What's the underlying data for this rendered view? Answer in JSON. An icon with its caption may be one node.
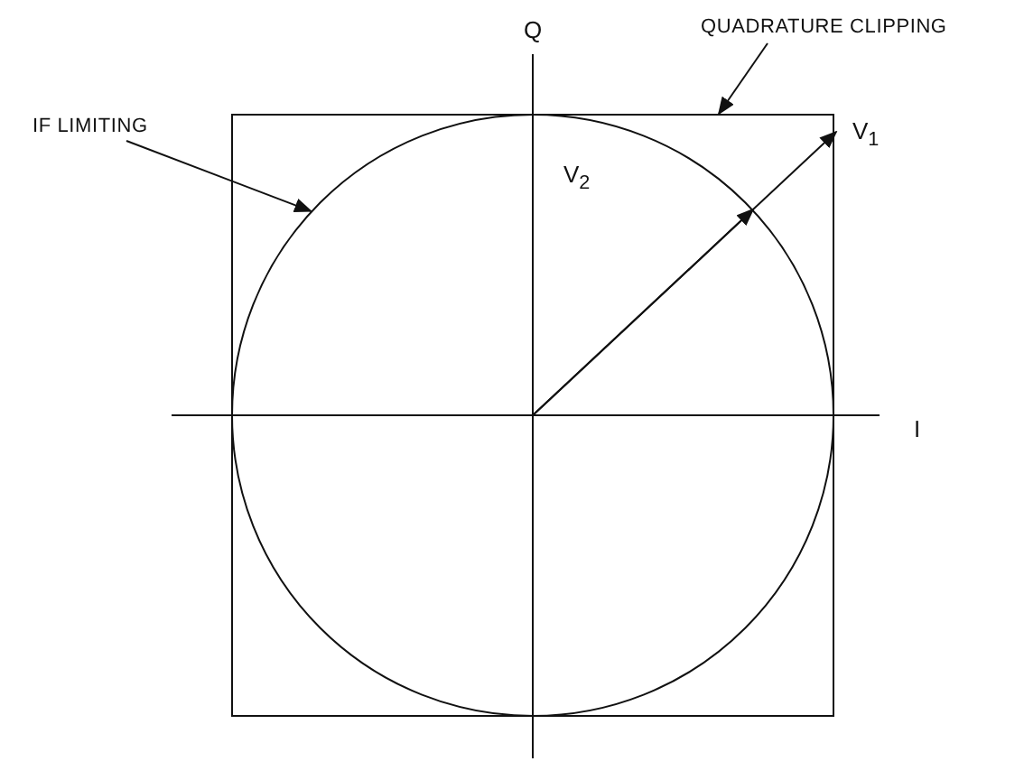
{
  "diagram": {
    "nodes": [
      {
        "text": [
          "QUADRATURE CLIPPING"
        ]
      },
      {
        "text": [],
        "shape": "box"
      },
      {
        "text": [
          "IF LIMITING"
        ]
      },
      {
        "text": [],
        "shape": "circle"
      }
    ],
    "edges": [
      {
        "from": 0,
        "to": 1,
        "arrow": "to"
      },
      {
        "from": 2,
        "to": 3,
        "arrow": "to"
      }
    ],
    "labels": [
      "Q",
      "I",
      "V$_{1}$",
      "V$_{2}$"
    ]
  }
}
